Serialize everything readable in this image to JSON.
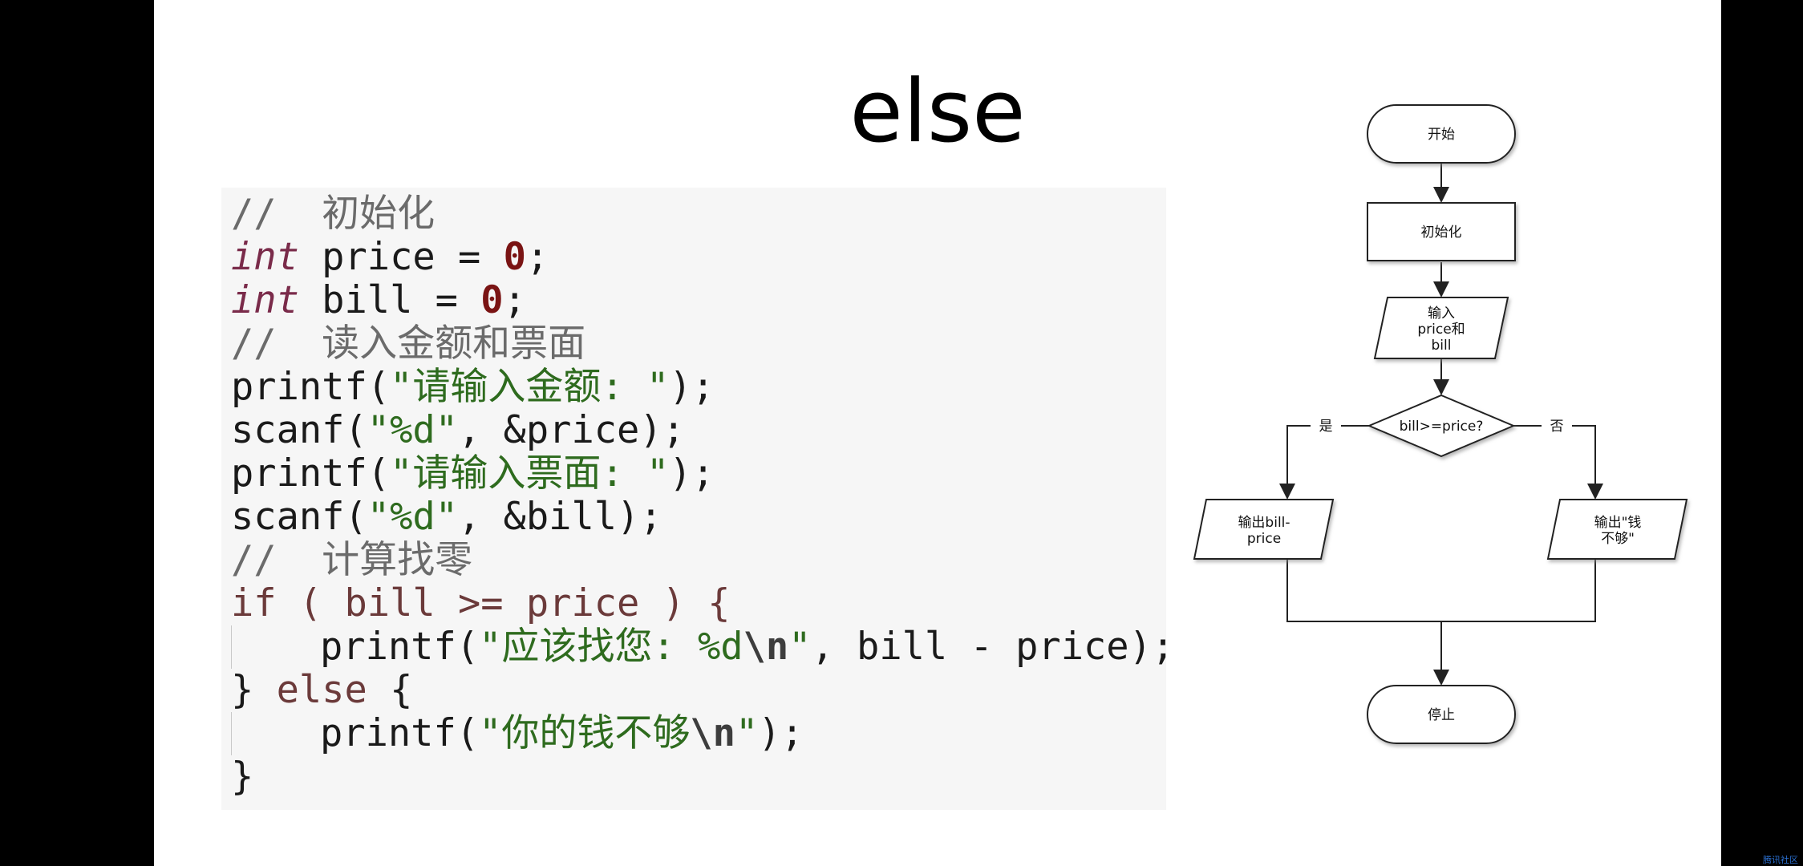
{
  "slide": {
    "title": "else"
  },
  "code": {
    "comment_init": "//  初始化",
    "kw_int": "int",
    "decl_price": " price = ",
    "decl_bill": " bill = ",
    "zero": "0",
    "semi": ";",
    "comment_read": "//  读入金额和票面",
    "printf": "printf(",
    "scanf": "scanf(",
    "str_amount": "\"请输入金额: \"",
    "str_ticket": "\"请输入票面: \"",
    "str_d": "\"%d\"",
    "close": ");",
    "amp_price": ", &price);",
    "amp_bill": ", &bill);",
    "comment_calc": "//  计算找零",
    "if_line": "if ( bill >= price ) {",
    "str_change_a": "\"应该找您: %d",
    "esc_n": "\\n",
    "str_end": "\"",
    "change_args": ", bill - price);",
    "else_close": "} ",
    "else_kw": "else",
    "else_open": " {",
    "str_short_a": "\"你的钱不够",
    "close_brace": "}"
  },
  "flowchart": {
    "start": "开始",
    "init": "初始化",
    "input_l1": "输入",
    "input_l2": "price和",
    "input_l3": "bill",
    "decision": "bill>=price?",
    "yes": "是",
    "no": "否",
    "out_left_l1": "输出bill-",
    "out_left_l2": "price",
    "out_right_l1": "输出\"钱",
    "out_right_l2": "不够\"",
    "stop": "停止"
  },
  "watermark": "腾讯社区"
}
